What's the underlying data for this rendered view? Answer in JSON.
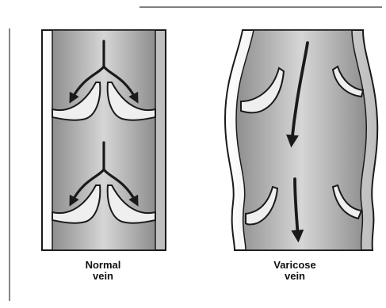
{
  "figure": {
    "normal": {
      "line1": "Normal",
      "line2": "vein"
    },
    "varicose": {
      "line1": "Varicose",
      "line2": "vein"
    }
  },
  "colors": {
    "ink": "#1a1a1a",
    "wall_light": "#e4e4e4",
    "lumen_mid": "#b8b8b8",
    "lumen_dark": "#8e8e8e",
    "background": "#ffffff"
  }
}
